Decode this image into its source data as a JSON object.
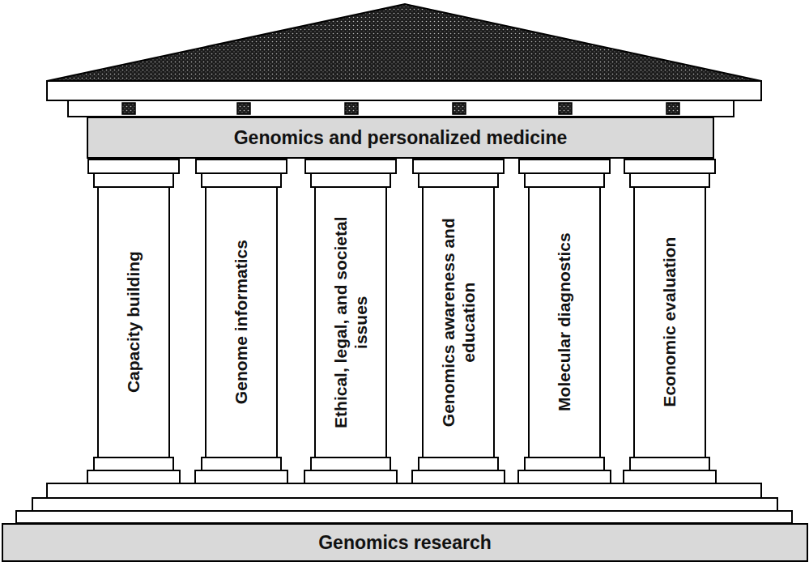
{
  "diagram": {
    "nodes": [
      {
        "text": [
          "Genomics and personalized medicine"
        ]
      },
      {
        "text": [
          "Capacity building"
        ]
      },
      {
        "text": [
          "Genome informatics"
        ]
      },
      {
        "text": [
          "Ethical, legal, and societal issues"
        ]
      },
      {
        "text": [
          "Genomics awareness and education"
        ]
      },
      {
        "text": [
          "Molecular diagnostics"
        ]
      },
      {
        "text": [
          "Economic evaluation"
        ]
      },
      {
        "text": [
          "Genomics research"
        ]
      }
    ]
  }
}
